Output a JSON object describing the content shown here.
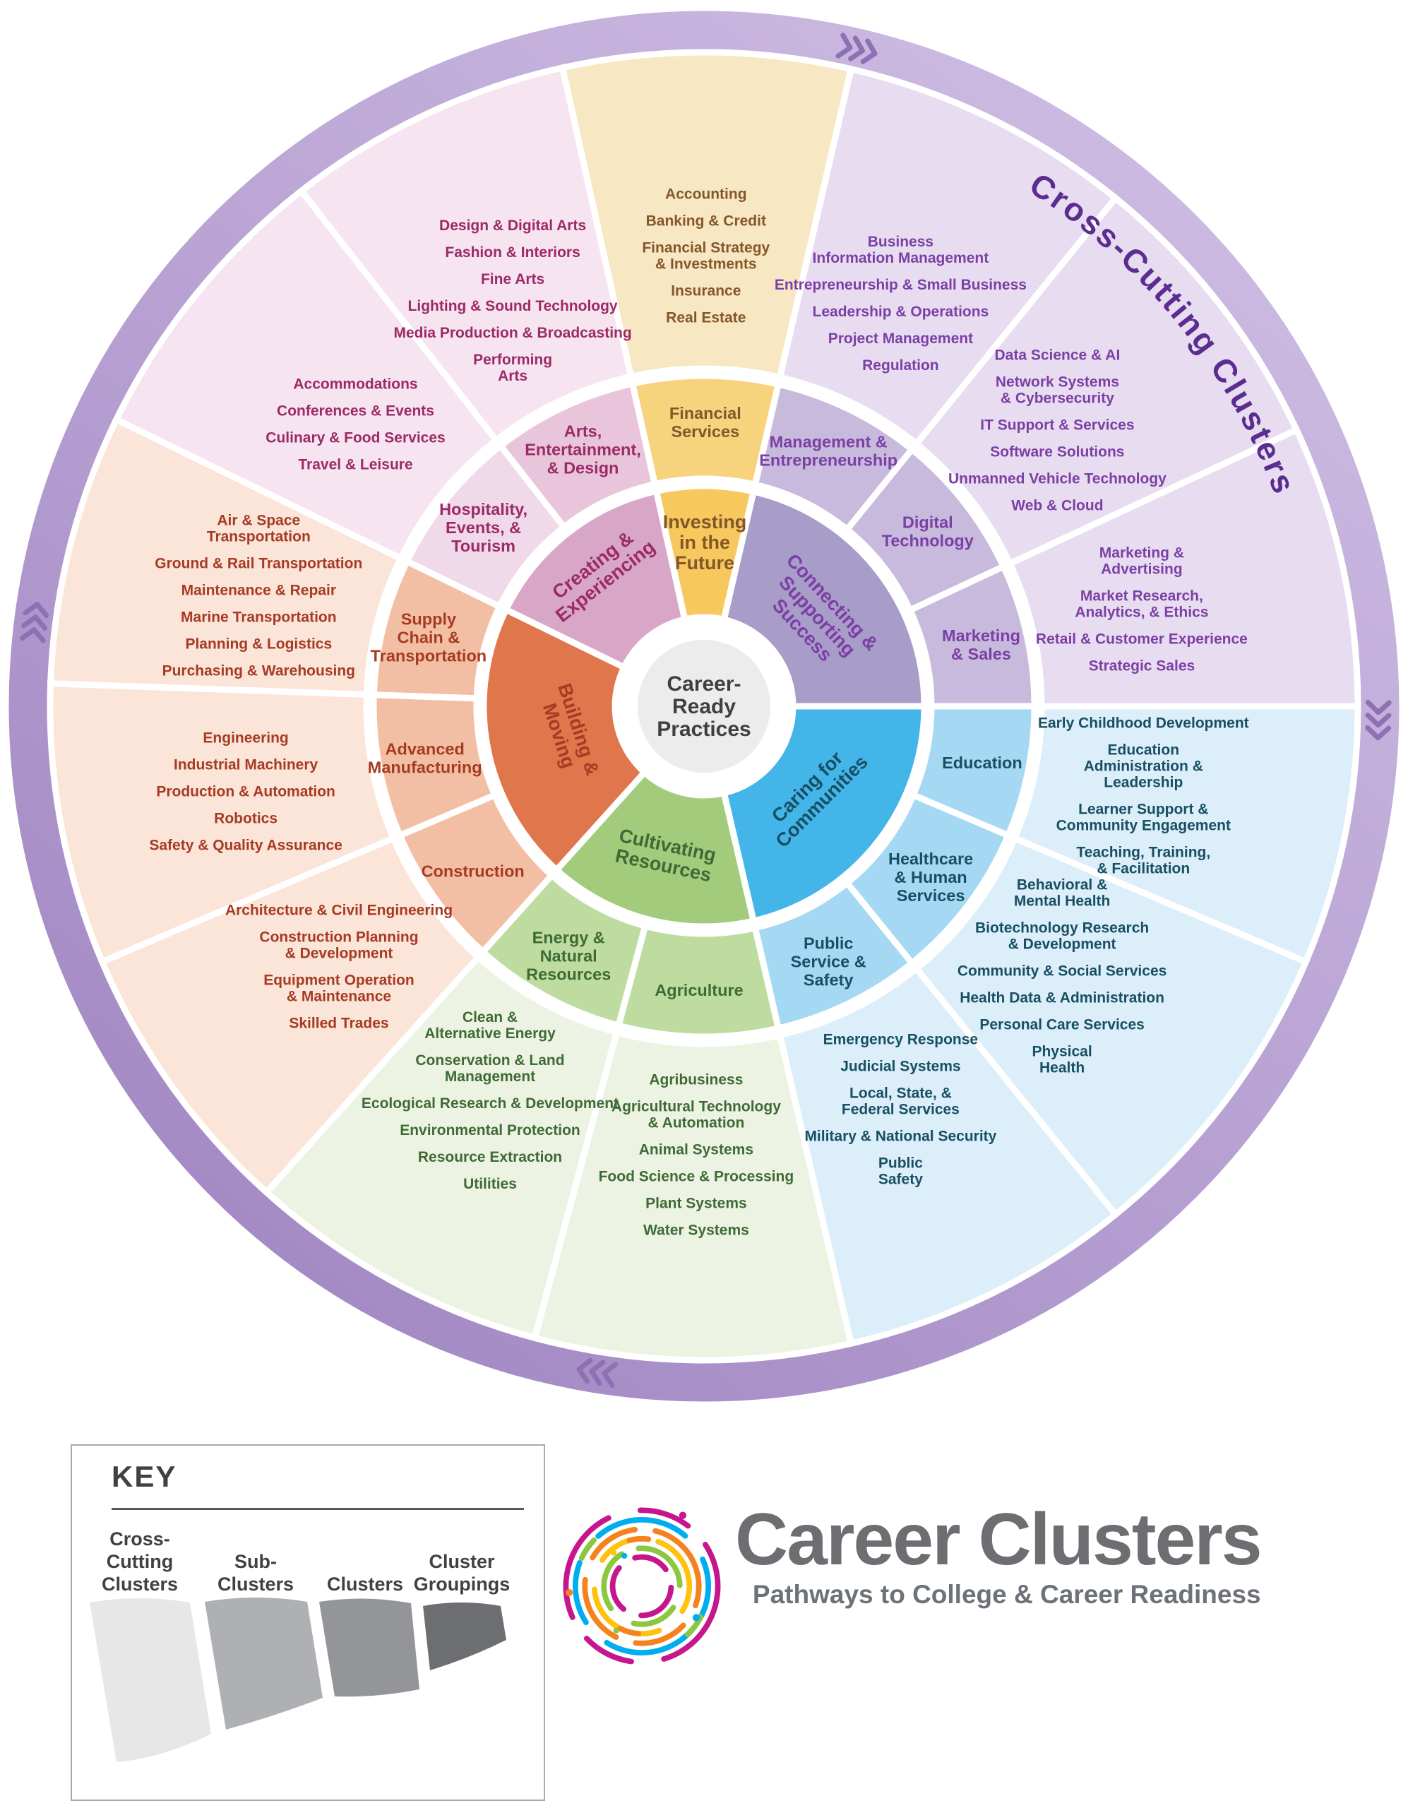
{
  "poster_title": "Career Clusters wheel",
  "center": {
    "lines": [
      "Career-",
      "Ready",
      "Practices"
    ],
    "text_color": "#3F3F3F",
    "bg": "#EDECEC"
  },
  "outer_band": {
    "label": "Cross-Cutting Clusters",
    "label_color": "#5C2D91",
    "color_start": "#CDBBE2",
    "color_end": "#A288C3",
    "chevron_color": "#8E71B5"
  },
  "groupings": [
    {
      "name": "Investing in the Future",
      "label_lines": [
        "Investing",
        "in the",
        "Future"
      ],
      "color": "#F7C85E",
      "cluster_fill": "#F8D37E",
      "pale_fill": "#F7E7C2",
      "accent": "#83572A",
      "clusters": [
        {
          "name": "Financial Services",
          "label_lines": [
            "Financial",
            "Services"
          ],
          "subclusters": [
            [
              "Accounting"
            ],
            [
              "Banking & Credit"
            ],
            [
              "Financial Strategy",
              "& Investments"
            ],
            [
              "Insurance"
            ],
            [
              "Real Estate"
            ]
          ]
        }
      ]
    },
    {
      "name": "Connecting & Supporting Success",
      "label_lines": [
        "Connecting &",
        "Supporting",
        "Success"
      ],
      "color": "#A89CC8",
      "cluster_fill": "#C8BADC",
      "pale_fill": "#E8DDF0",
      "accent": "#7B3FA5",
      "clusters": [
        {
          "name": "Management & Entrepreneurship",
          "label_lines": [
            "Management &",
            "Entrepreneurship"
          ],
          "subclusters": [
            [
              "Business",
              "Information Management"
            ],
            [
              "Entrepreneurship & Small Business"
            ],
            [
              "Leadership & Operations"
            ],
            [
              "Project Management"
            ],
            [
              "Regulation"
            ]
          ]
        },
        {
          "name": "Digital Technology",
          "label_lines": [
            "Digital",
            "Technology"
          ],
          "subclusters": [
            [
              "Data Science & AI"
            ],
            [
              "Network Systems",
              "& Cybersecurity"
            ],
            [
              "IT Support & Services"
            ],
            [
              "Software Solutions"
            ],
            [
              "Unmanned Vehicle Technology"
            ],
            [
              "Web & Cloud"
            ]
          ]
        },
        {
          "name": "Marketing & Sales",
          "label_lines": [
            "Marketing",
            "& Sales"
          ],
          "subclusters": [
            [
              "Marketing &",
              "Advertising"
            ],
            [
              "Market Research,",
              "Analytics, & Ethics"
            ],
            [
              "Retail & Customer Experience"
            ],
            [
              "Strategic Sales"
            ]
          ]
        }
      ]
    },
    {
      "name": "Caring for Communities",
      "label_lines": [
        "Caring for",
        "Communities"
      ],
      "color": "#43B5E9",
      "cluster_fill": "#A5D8F2",
      "pale_fill": "#DCEEF9",
      "accent": "#174F63",
      "clusters": [
        {
          "name": "Education",
          "label_lines": [
            "Education"
          ],
          "subclusters": [
            [
              "Early Childhood Development"
            ],
            [
              "Education",
              "Administration &",
              "Leadership"
            ],
            [
              "Learner Support &",
              "Community Engagement"
            ],
            [
              "Teaching, Training,",
              "& Facilitation"
            ]
          ]
        },
        {
          "name": "Healthcare & Human Services",
          "label_lines": [
            "Healthcare",
            "& Human",
            "Services"
          ],
          "subclusters": [
            [
              "Behavioral &",
              "Mental Health"
            ],
            [
              "Biotechnology Research",
              "& Development"
            ],
            [
              "Community & Social Services"
            ],
            [
              "Health Data & Administration"
            ],
            [
              "Personal Care Services"
            ],
            [
              "Physical",
              "Health"
            ]
          ]
        },
        {
          "name": "Public Service & Safety",
          "label_lines": [
            "Public",
            "Service &",
            "Safety"
          ],
          "subclusters": [
            [
              "Emergency Response"
            ],
            [
              "Judicial Systems"
            ],
            [
              "Local, State, &",
              "Federal Services"
            ],
            [
              "Military & National Security"
            ],
            [
              "Public",
              "Safety"
            ]
          ]
        }
      ]
    },
    {
      "name": "Cultivating Resources",
      "label_lines": [
        "Cultivating",
        "Resources"
      ],
      "color": "#A2CB7B",
      "cluster_fill": "#BFDCA0",
      "pale_fill": "#EDF3E3",
      "accent": "#3E6B35",
      "clusters": [
        {
          "name": "Agriculture",
          "label_lines": [
            "Agriculture"
          ],
          "subclusters": [
            [
              "Agribusiness"
            ],
            [
              "Agricultural Technology",
              "& Automation"
            ],
            [
              "Animal Systems"
            ],
            [
              "Food Science & Processing"
            ],
            [
              "Plant Systems"
            ],
            [
              "Water Systems"
            ]
          ]
        },
        {
          "name": "Energy & Natural Resources",
          "label_lines": [
            "Energy &",
            "Natural",
            "Resources"
          ],
          "subclusters": [
            [
              "Clean &",
              "Alternative Energy"
            ],
            [
              "Conservation & Land",
              "Management"
            ],
            [
              "Ecological Research & Development"
            ],
            [
              "Environmental Protection"
            ],
            [
              "Resource Extraction"
            ],
            [
              "Utilities"
            ]
          ]
        }
      ]
    },
    {
      "name": "Building & Moving",
      "label_lines": [
        "Building &",
        "Moving"
      ],
      "color": "#E0764B",
      "cluster_fill": "#F3BFA4",
      "pale_fill": "#FBE4D8",
      "accent": "#A63B24",
      "clusters": [
        {
          "name": "Construction",
          "label_lines": [
            "Construction"
          ],
          "subclusters": [
            [
              "Architecture & Civil Engineering"
            ],
            [
              "Construction Planning",
              "& Development"
            ],
            [
              "Equipment Operation",
              "& Maintenance"
            ],
            [
              "Skilled Trades"
            ]
          ]
        },
        {
          "name": "Advanced Manufacturing",
          "label_lines": [
            "Advanced",
            "Manufacturing"
          ],
          "subclusters": [
            [
              "Engineering"
            ],
            [
              "Industrial Machinery"
            ],
            [
              "Production & Automation"
            ],
            [
              "Robotics"
            ],
            [
              "Safety & Quality Assurance"
            ]
          ]
        },
        {
          "name": "Supply Chain & Transportation",
          "label_lines": [
            "Supply",
            "Chain &",
            "Transportation"
          ],
          "subclusters": [
            [
              "Air & Space",
              "Transportation"
            ],
            [
              "Ground & Rail Transportation"
            ],
            [
              "Maintenance & Repair"
            ],
            [
              "Marine Transportation"
            ],
            [
              "Planning & Logistics"
            ],
            [
              "Purchasing & Warehousing"
            ]
          ]
        }
      ]
    },
    {
      "name": "Creating & Experiencing",
      "label_lines": [
        "Creating &",
        "Experiencing"
      ],
      "color": "#D8A7C8",
      "cluster_fill": "#E8C5DB",
      "pale_fill": "#F6E4F0",
      "accent": "#9C2A66",
      "clusters": [
        {
          "name": "Hospitality, Events, & Tourism",
          "label_lines": [
            "Hospitality,",
            "Events, &",
            "Tourism"
          ],
          "fill": "#F0D9E9",
          "subclusters": [
            [
              "Accommodations"
            ],
            [
              "Conferences & Events"
            ],
            [
              "Culinary & Food Services"
            ],
            [
              "Travel & Leisure"
            ]
          ]
        },
        {
          "name": "Arts, Entertainment, & Design",
          "label_lines": [
            "Arts,",
            "Entertainment,",
            "& Design"
          ],
          "subclusters": [
            [
              "Design & Digital Arts"
            ],
            [
              "Fashion & Interiors"
            ],
            [
              "Fine Arts"
            ],
            [
              "Lighting & Sound Technology"
            ],
            [
              "Media Production & Broadcasting"
            ],
            [
              "Performing",
              "Arts"
            ]
          ]
        }
      ]
    }
  ],
  "key": {
    "title": "KEY",
    "text_color": "#414042",
    "items": [
      {
        "label_lines": [
          "Cross-",
          "Cutting",
          "Clusters"
        ],
        "color": "#E7E7E8"
      },
      {
        "label_lines": [
          "Sub-",
          "Clusters"
        ],
        "color": "#AEB0B3"
      },
      {
        "label_lines": [
          "Clusters"
        ],
        "color": "#939598"
      },
      {
        "label_lines": [
          "Cluster",
          "Groupings"
        ],
        "color": "#6D6E71"
      }
    ]
  },
  "logo": {
    "title": "Career Clusters",
    "tagline": "Pathways to College & Career Readiness",
    "title_color": "#6D6E71",
    "tagline_color": "#6D7278",
    "arc_colors": [
      "#F5821F",
      "#C6168D",
      "#00AEEF",
      "#8DC63F",
      "#FFC20E"
    ]
  }
}
